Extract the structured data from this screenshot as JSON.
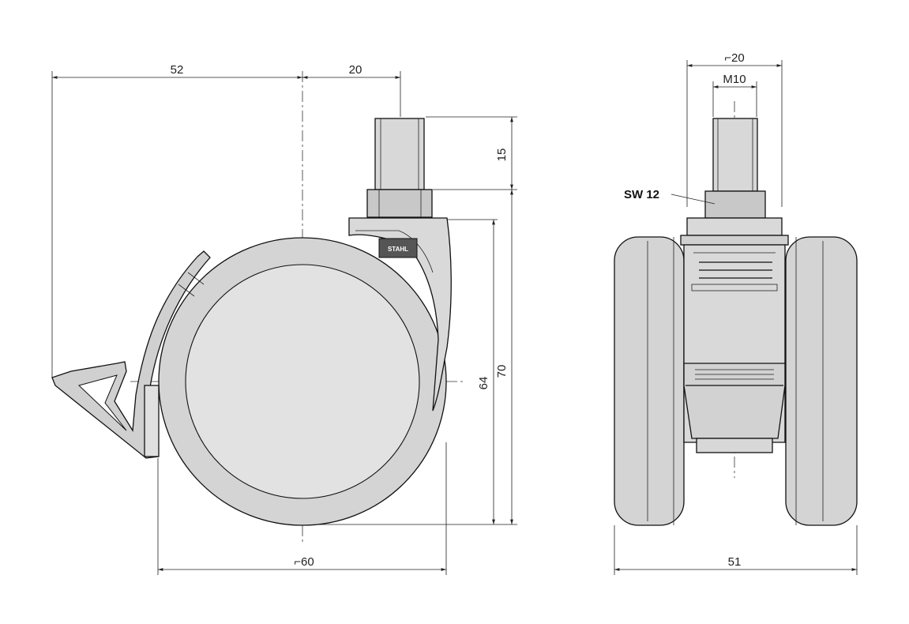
{
  "side_view": {
    "dim_offset_total": "52",
    "dim_offset_stem": "20",
    "dim_stem_length": "15",
    "dim_height_total": "70",
    "dim_height_wheel": "64",
    "dim_wheel_diameter": "⌐60",
    "logo_text": "STAHL"
  },
  "front_view": {
    "dim_hex_diameter": "⌐20",
    "dim_thread": "M10",
    "wrench_label": "SW 12",
    "dim_width": "51"
  },
  "colors": {
    "line": "#111111",
    "wheel_outer": "#d4d4d4",
    "wheel_inner": "#e2e2e2",
    "housing": "#d9d9d9",
    "hex": "#c8c8c8",
    "stem": "#d8d8d8"
  }
}
